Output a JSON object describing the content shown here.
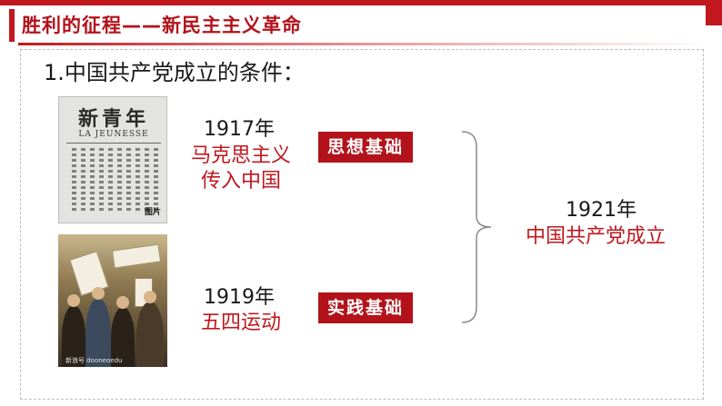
{
  "header": {
    "title": "胜利的征程——新民主主义革命"
  },
  "heading": "1.中国共产党成立的条件：",
  "newspaper": {
    "title": "新青年",
    "subtitle": "LA JEUNESSE",
    "stamp": "图片"
  },
  "protest": {
    "watermark": "新浪号 dooneoedu"
  },
  "item1": {
    "year": "1917年",
    "event_line1": "马克思主义",
    "event_line2": "传入中国",
    "tag": "思想基础"
  },
  "item2": {
    "year": "1919年",
    "event": "五四运动",
    "tag": "实践基础"
  },
  "result": {
    "year": "1921年",
    "event": "中国共产党成立"
  },
  "colors": {
    "accent": "#c0181e",
    "tag_bg": "#b3121a",
    "text": "#1a1a1a"
  }
}
